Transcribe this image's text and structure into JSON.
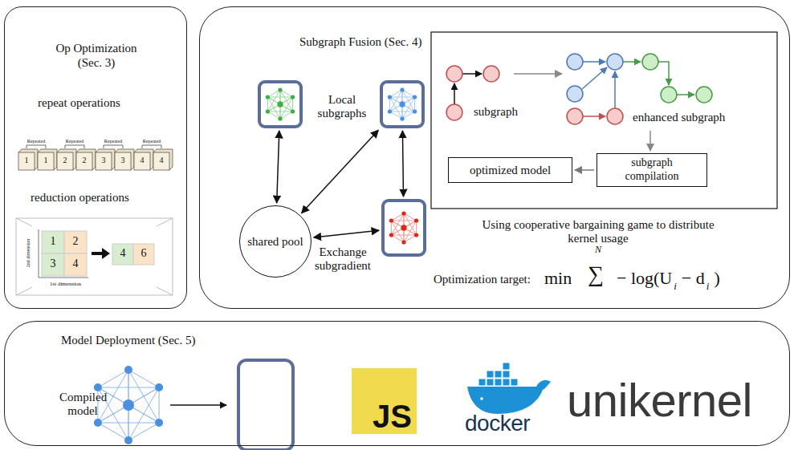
{
  "diagram": {
    "nodes": [
      {
        "text": [
          "Op Optimization (Sec. 3)"
        ]
      },
      {
        "text": [
          "Subgraph Fusion (Sec. 4)"
        ]
      },
      {
        "text": [],
        "in": 1
      },
      {
        "text": [],
        "in": 1
      },
      {
        "text": [],
        "in": 1
      },
      {
        "text": [
          "shared pool"
        ],
        "in": 1
      },
      {
        "text": [
          "subgraph compilation"
        ],
        "in": 1
      },
      {
        "text": [
          "optimized model"
        ],
        "in": 1
      },
      {
        "text": [
          "Model Deployment (Sec. 5)"
        ]
      },
      {
        "text": [
          "JS"
        ],
        "in": 8
      }
    ],
    "edges": [
      {
        "from": 2,
        "to": 5,
        "arrow": "both"
      },
      {
        "from": 3,
        "to": 5,
        "arrow": "both"
      },
      {
        "from": 3,
        "to": 4,
        "arrow": "both"
      },
      {
        "from": 4,
        "to": 5,
        "arrow": "both"
      },
      {
        "from": 6,
        "to": 7,
        "arrow": "to"
      }
    ],
    "labels": [
      "repeat operations",
      "Repeated",
      "Repeated",
      "Repeated",
      "Repeated",
      "1",
      "1",
      "2",
      "2",
      "3",
      "3",
      "4",
      "4",
      "reduction operations",
      "1",
      "2",
      "3",
      "4",
      "4",
      "6",
      "1st dimension",
      "2nd dimension",
      "Local subgraphs",
      "Exchange subgradient",
      "subgraph",
      "enhanced subgraph",
      "Using cooperative bargaining game to distribute kernel usage",
      "Optimization target:",
      "min",
      "∑",
      "N",
      "− log(U",
      "i",
      "− d",
      "i",
      ")",
      "Compiled model",
      "docker",
      "unikernel"
    ]
  }
}
